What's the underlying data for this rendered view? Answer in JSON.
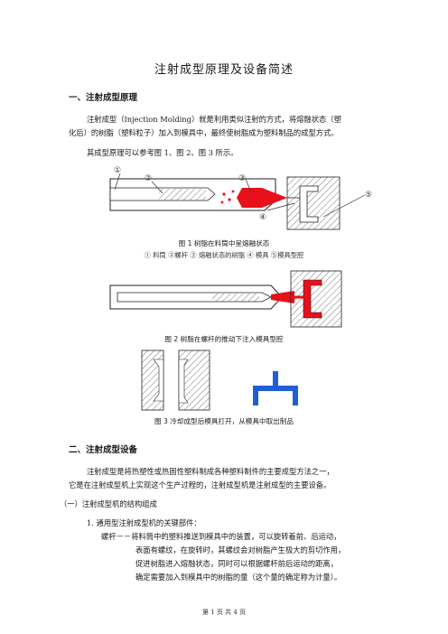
{
  "doc": {
    "title": "注射成型原理及设备简述",
    "section1": {
      "heading": "一、注射成型原理",
      "para1_line1": "注射成型（Injection  Molding）就是利用类似注射的方式，将熔融状态（塑",
      "para1_line2": "化后）的树脂（塑料粒子）加入到模具中，最终使树脂成为塑料制品的成型方式。",
      "para2": "其成型原理可以参考图 1、图 2、图 3 所示。"
    },
    "figures": {
      "fig1_caption": "图 1    树脂在料筒中呈熔融状态",
      "fig1_legend": "①  料筒      ②螺杆    ③  熔融状态的树脂    ④  模具    ⑤模具型腔",
      "fig2_caption": "图 2    树脂在螺杆的推动下注入模具型腔",
      "fig3_caption": "图 3    冷却成型后模具打开，从模具中取出制品",
      "markers": [
        "①",
        "②",
        "③",
        "④",
        "⑤"
      ]
    },
    "section2": {
      "heading": "二、注射成型设备",
      "para1_line1": "注射成型是将热塑性或热固性塑料制成各种塑料制件的主要成型方法之一，",
      "para1_line2": "它是在注射成型机上实现这个生产过程的，注射成型机是注射成型的主要设备。",
      "sub1": "（一）注射成型机的结构组成",
      "item1": "1.    通用型注射成型机的关键部件：",
      "screw_line1": "螺杆－－将料筒中的塑料推送到模具中的装置，可以旋转着前、后运动，",
      "screw_line2": "表面有螺纹，在旋转时，其螺纹会对树脂产生极大的剪切作用，",
      "screw_line3": "促进树脂进入熔融状态，同时可以根据螺杆前后运动的距离，",
      "screw_line4": "确定需要加入到模具中的树脂的量（这个量的确定称为计量）。"
    },
    "footer": "第  1  页  共  4  页",
    "colors": {
      "melt": "#e8101a",
      "product": "#1f5fd6",
      "hatch": "#555555"
    }
  }
}
